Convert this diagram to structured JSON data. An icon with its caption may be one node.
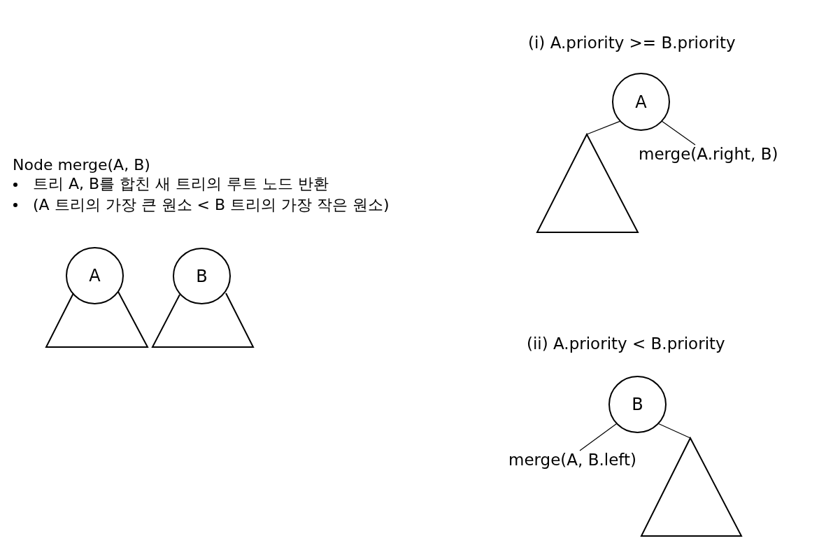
{
  "diagram": {
    "nodes": [
      {
        "text": [
          "A"
        ]
      },
      {
        "text": [],
        "shape": "triangle"
      },
      {
        "text": [
          "B"
        ]
      },
      {
        "text": [],
        "shape": "triangle"
      },
      {
        "text": [
          "A"
        ]
      },
      {
        "text": [],
        "shape": "triangle"
      },
      {
        "text": [
          "merge(A.right, B)"
        ]
      },
      {
        "text": [
          "B"
        ]
      },
      {
        "text": [
          "merge(A, B.left)"
        ]
      },
      {
        "text": [],
        "shape": "triangle"
      }
    ],
    "edges": [
      {
        "from": 4,
        "to": 5,
        "arrow": "none"
      },
      {
        "from": 4,
        "to": 6,
        "arrow": "none"
      },
      {
        "from": 7,
        "to": 8,
        "arrow": "none"
      },
      {
        "from": 7,
        "to": 9,
        "arrow": "none"
      }
    ],
    "labels": [
      "Node merge(A, B)",
      "트리 A, B를 합친 새 트리의 루트 노드 반환",
      "(A 트리의 가장 큰 원소 < B 트리의 가장 작은 원소)",
      "(i) A.priority >= B.priority",
      "(ii) A.priority < B.priority"
    ]
  }
}
